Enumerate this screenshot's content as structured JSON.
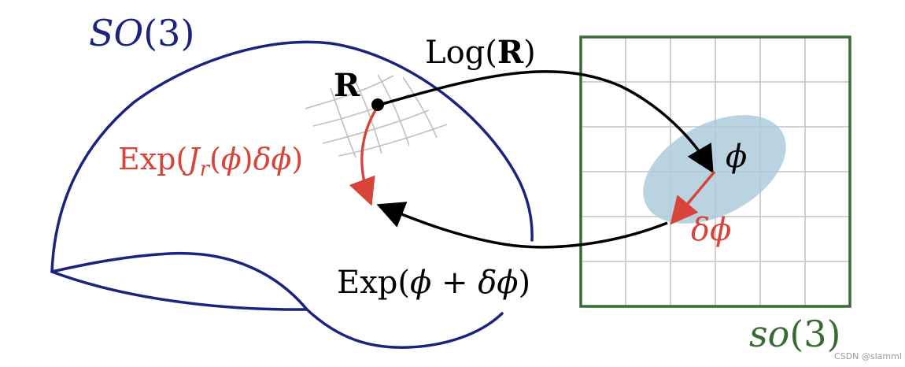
{
  "colors": {
    "group_blue": "#1a237e",
    "algebra_green": "#3a6b35",
    "grid_gray": "#c4c4c4",
    "ellipse_fill": "#aecbdc",
    "arrow_red": "#d9443a",
    "arrow_black": "#000000"
  },
  "labels": {
    "so3_group": {
      "main": "SO",
      "paren": "(3)"
    },
    "so3_algebra": {
      "main": "so",
      "paren": "(3)"
    },
    "point_R": "R",
    "log": {
      "func": "Log(",
      "arg": "R",
      "close": ")"
    },
    "exp_sum": {
      "func": "Exp(",
      "phi": "ϕ",
      "plus": " + ",
      "delta": "δϕ",
      "close": ")"
    },
    "exp_jacobian": {
      "func": "Exp(",
      "J": "J",
      "sub": "r",
      "mid": "(",
      "phi": "ϕ",
      "mid2": ")",
      "delta": "δϕ",
      "close": ")"
    },
    "phi": "ϕ",
    "delta_phi": "δϕ"
  },
  "watermark": "CSDN @slamml"
}
